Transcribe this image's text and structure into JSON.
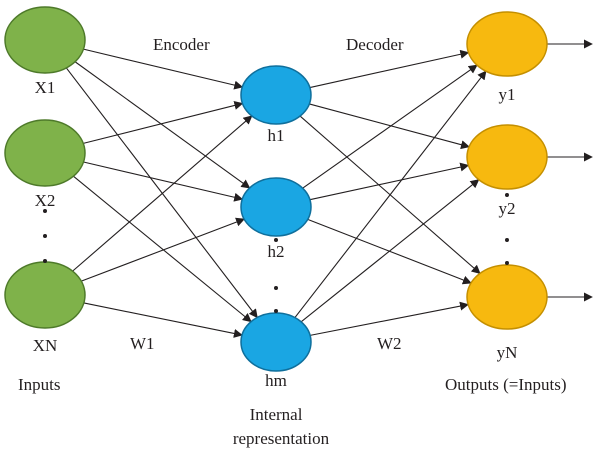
{
  "titles": {
    "encoder": "Encoder",
    "decoder": "Decoder"
  },
  "weights": {
    "w1": "W1",
    "w2": "W2"
  },
  "group_labels": {
    "inputs": "Inputs",
    "internal_line1": "Internal",
    "internal_line2": "representation",
    "outputs": "Outputs (=Inputs)"
  },
  "inputs": [
    {
      "label": "X1"
    },
    {
      "label": "X2"
    },
    {
      "label": "XN"
    }
  ],
  "hidden": [
    {
      "label": "h1"
    },
    {
      "label": "h2"
    },
    {
      "label": "hm"
    }
  ],
  "outputs": [
    {
      "label": "y1"
    },
    {
      "label": "y2"
    },
    {
      "label": "yN"
    }
  ],
  "colors": {
    "input_node": "#7fb24a",
    "hidden_node": "#1aa6e3",
    "output_node": "#f7b90f",
    "edge": "#231f20"
  }
}
